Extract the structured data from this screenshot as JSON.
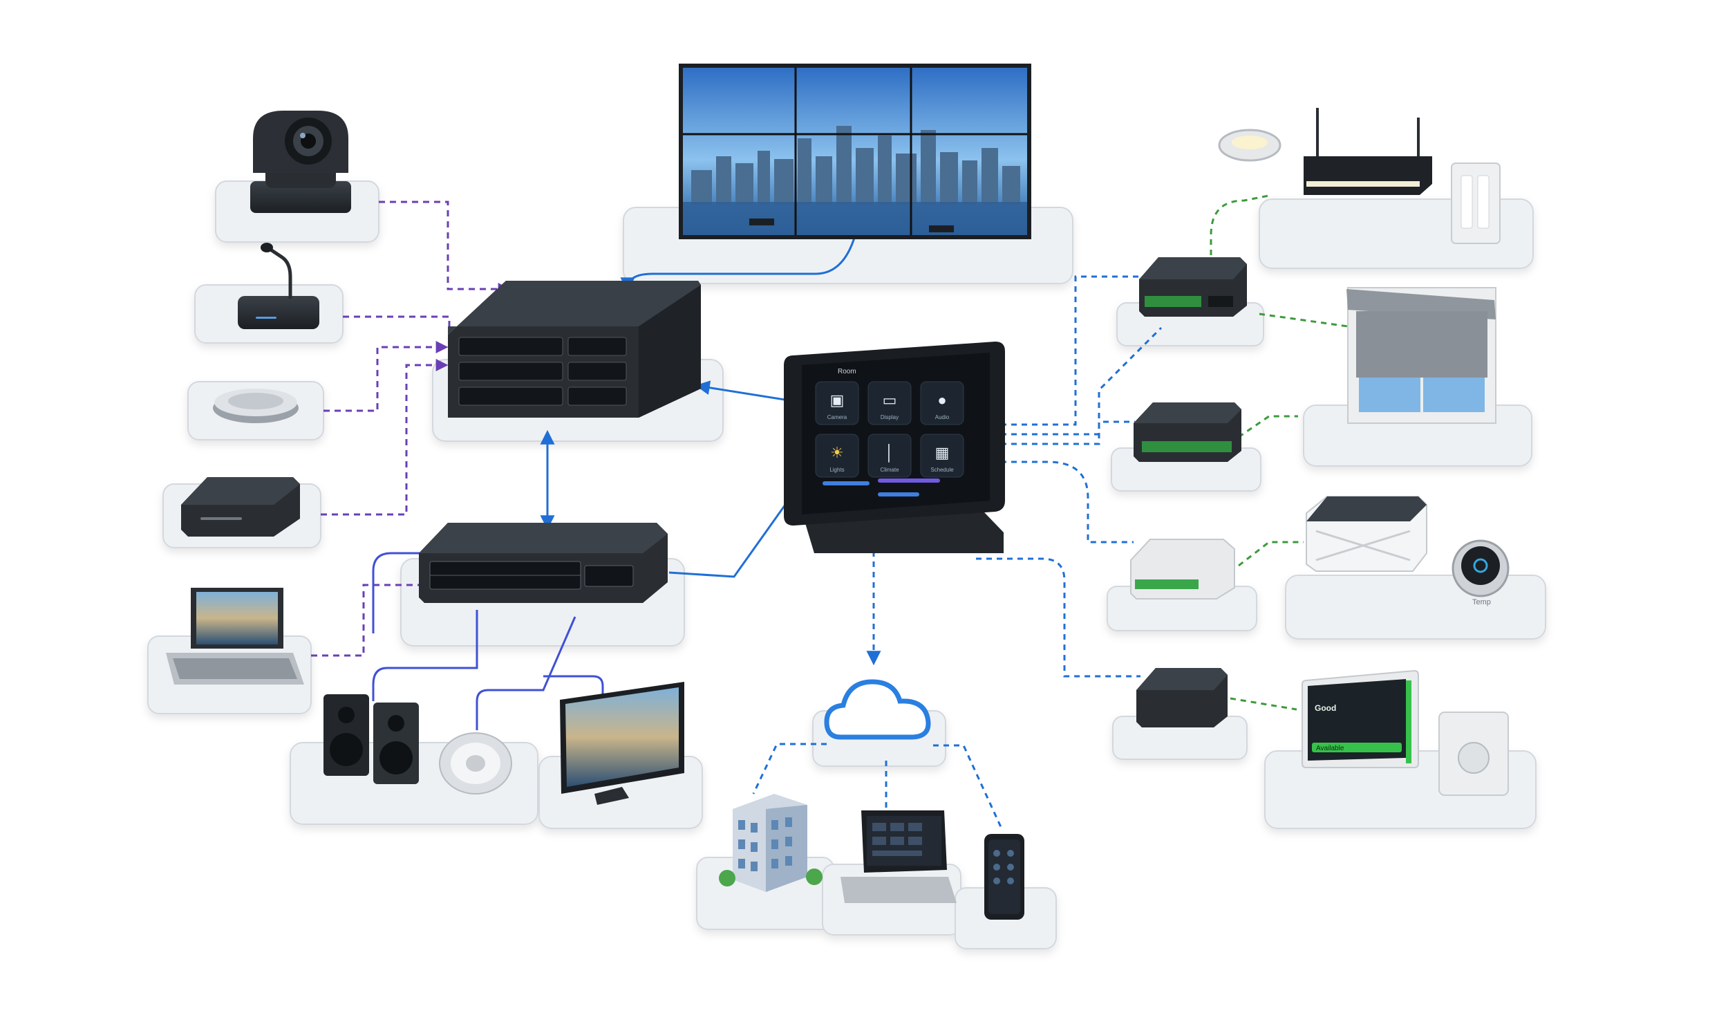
{
  "colors": {
    "background": "#ffffff",
    "platform": "#eef1f4",
    "platform_edge": "#d3d8de",
    "device_dark": "#23272c",
    "device_mid": "#33383e",
    "link_purple": "#6a3fb5",
    "link_blue": "#1f6fd6",
    "link_indigo": "#3f51d6",
    "link_green": "#3c9a3c",
    "cloud": "#2a7fe0",
    "screen_sky": "#5aa0e0",
    "accent_green": "#36c24a"
  },
  "touch_panel": {
    "header": "Room",
    "tiles": [
      {
        "icon": "camera-icon",
        "label": "Camera"
      },
      {
        "icon": "display-icon",
        "label": "Display"
      },
      {
        "icon": "microphone-icon",
        "label": "Audio"
      },
      {
        "icon": "lightbulb-icon",
        "label": "Lights"
      },
      {
        "icon": "thermometer-icon",
        "label": "Climate"
      },
      {
        "icon": "calendar-icon",
        "label": "Schedule"
      }
    ]
  },
  "room_panel": {
    "greeting": "Good",
    "status": "Available"
  },
  "thermostat": {
    "label": "Temp"
  }
}
